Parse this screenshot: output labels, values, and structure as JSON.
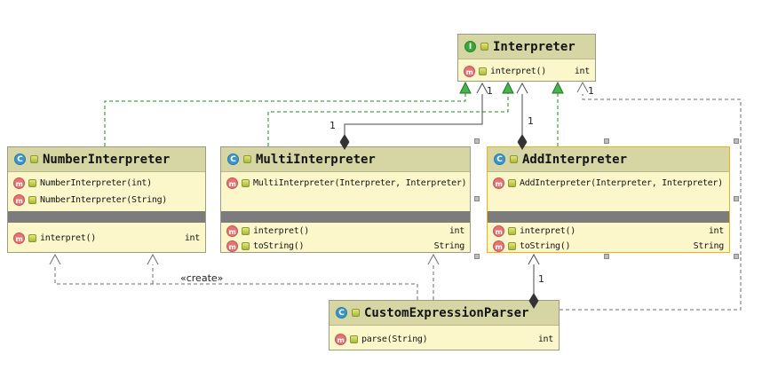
{
  "icons": {
    "class_letter": "C",
    "interface_letter": "I",
    "method_letter": "m"
  },
  "nodes": {
    "interpreter": {
      "kind": "interface",
      "title": "Interpreter",
      "members": [
        {
          "label": "interpret()",
          "type": "int"
        }
      ]
    },
    "number_interpreter": {
      "kind": "class",
      "title": "NumberInterpreter",
      "constructors": [
        {
          "label": "NumberInterpreter(int)",
          "type": ""
        },
        {
          "label": "NumberInterpreter(String)",
          "type": ""
        }
      ],
      "methods": [
        {
          "label": "interpret()",
          "type": "int"
        }
      ]
    },
    "multi_interpreter": {
      "kind": "class",
      "title": "MultiInterpreter",
      "constructors": [
        {
          "label": "MultiInterpreter(Interpreter, Interpreter)",
          "type": ""
        }
      ],
      "methods": [
        {
          "label": "interpret()",
          "type": "int"
        },
        {
          "label": "toString()",
          "type": "String"
        }
      ]
    },
    "add_interpreter": {
      "kind": "class",
      "title": "AddInterpreter",
      "selected": true,
      "constructors": [
        {
          "label": "AddInterpreter(Interpreter, Interpreter)",
          "type": ""
        }
      ],
      "methods": [
        {
          "label": "interpret()",
          "type": "int"
        },
        {
          "label": "toString()",
          "type": "String"
        }
      ]
    },
    "custom_expression_parser": {
      "kind": "class",
      "title": "CustomExpressionParser",
      "methods": [
        {
          "label": "parse(String)",
          "type": "int"
        }
      ]
    }
  },
  "edge_labels": {
    "create": "«create»",
    "ones": [
      "1",
      "1",
      "1",
      "1",
      "1"
    ]
  },
  "colors": {
    "node_header_bg": "#d6d6a4",
    "node_body_bg": "#fcf7ca",
    "node_border": "#9c9c82",
    "selected_border": "#eeb21c",
    "member_separator": "#7c7c7c",
    "realization_green": "#1d8f1d",
    "association_gray": "#4a4a4a",
    "dependency_gray": "#6e6e6e"
  }
}
